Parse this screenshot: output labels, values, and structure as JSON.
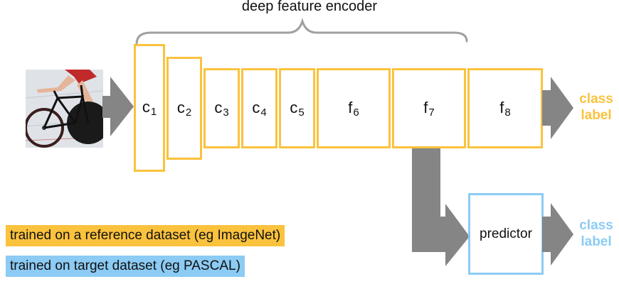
{
  "title": "deep feature encoder",
  "input": {
    "icon": "cyclist-photo"
  },
  "encoder_layers": [
    {
      "name": "c",
      "sub": "1"
    },
    {
      "name": "c",
      "sub": "2"
    },
    {
      "name": "c",
      "sub": "3"
    },
    {
      "name": "c",
      "sub": "4"
    },
    {
      "name": "c",
      "sub": "5"
    },
    {
      "name": "f",
      "sub": "6"
    },
    {
      "name": "f",
      "sub": "7"
    },
    {
      "name": "f",
      "sub": "8"
    }
  ],
  "outputs": {
    "top": {
      "line1": "class",
      "line2": "label",
      "color": "#fbc23d"
    },
    "bottom": {
      "line1": "class",
      "line2": "label",
      "color": "#8ccbf4"
    }
  },
  "predictor": {
    "label": "predictor"
  },
  "legend": [
    {
      "label": "trained on a reference dataset (eg ImageNet)",
      "color": "#fbc23d"
    },
    {
      "label": "trained on target dataset (eg PASCAL)",
      "color": "#8ccbf4"
    }
  ],
  "colors": {
    "arrow": "#858585",
    "brace": "#a0a0a0"
  }
}
